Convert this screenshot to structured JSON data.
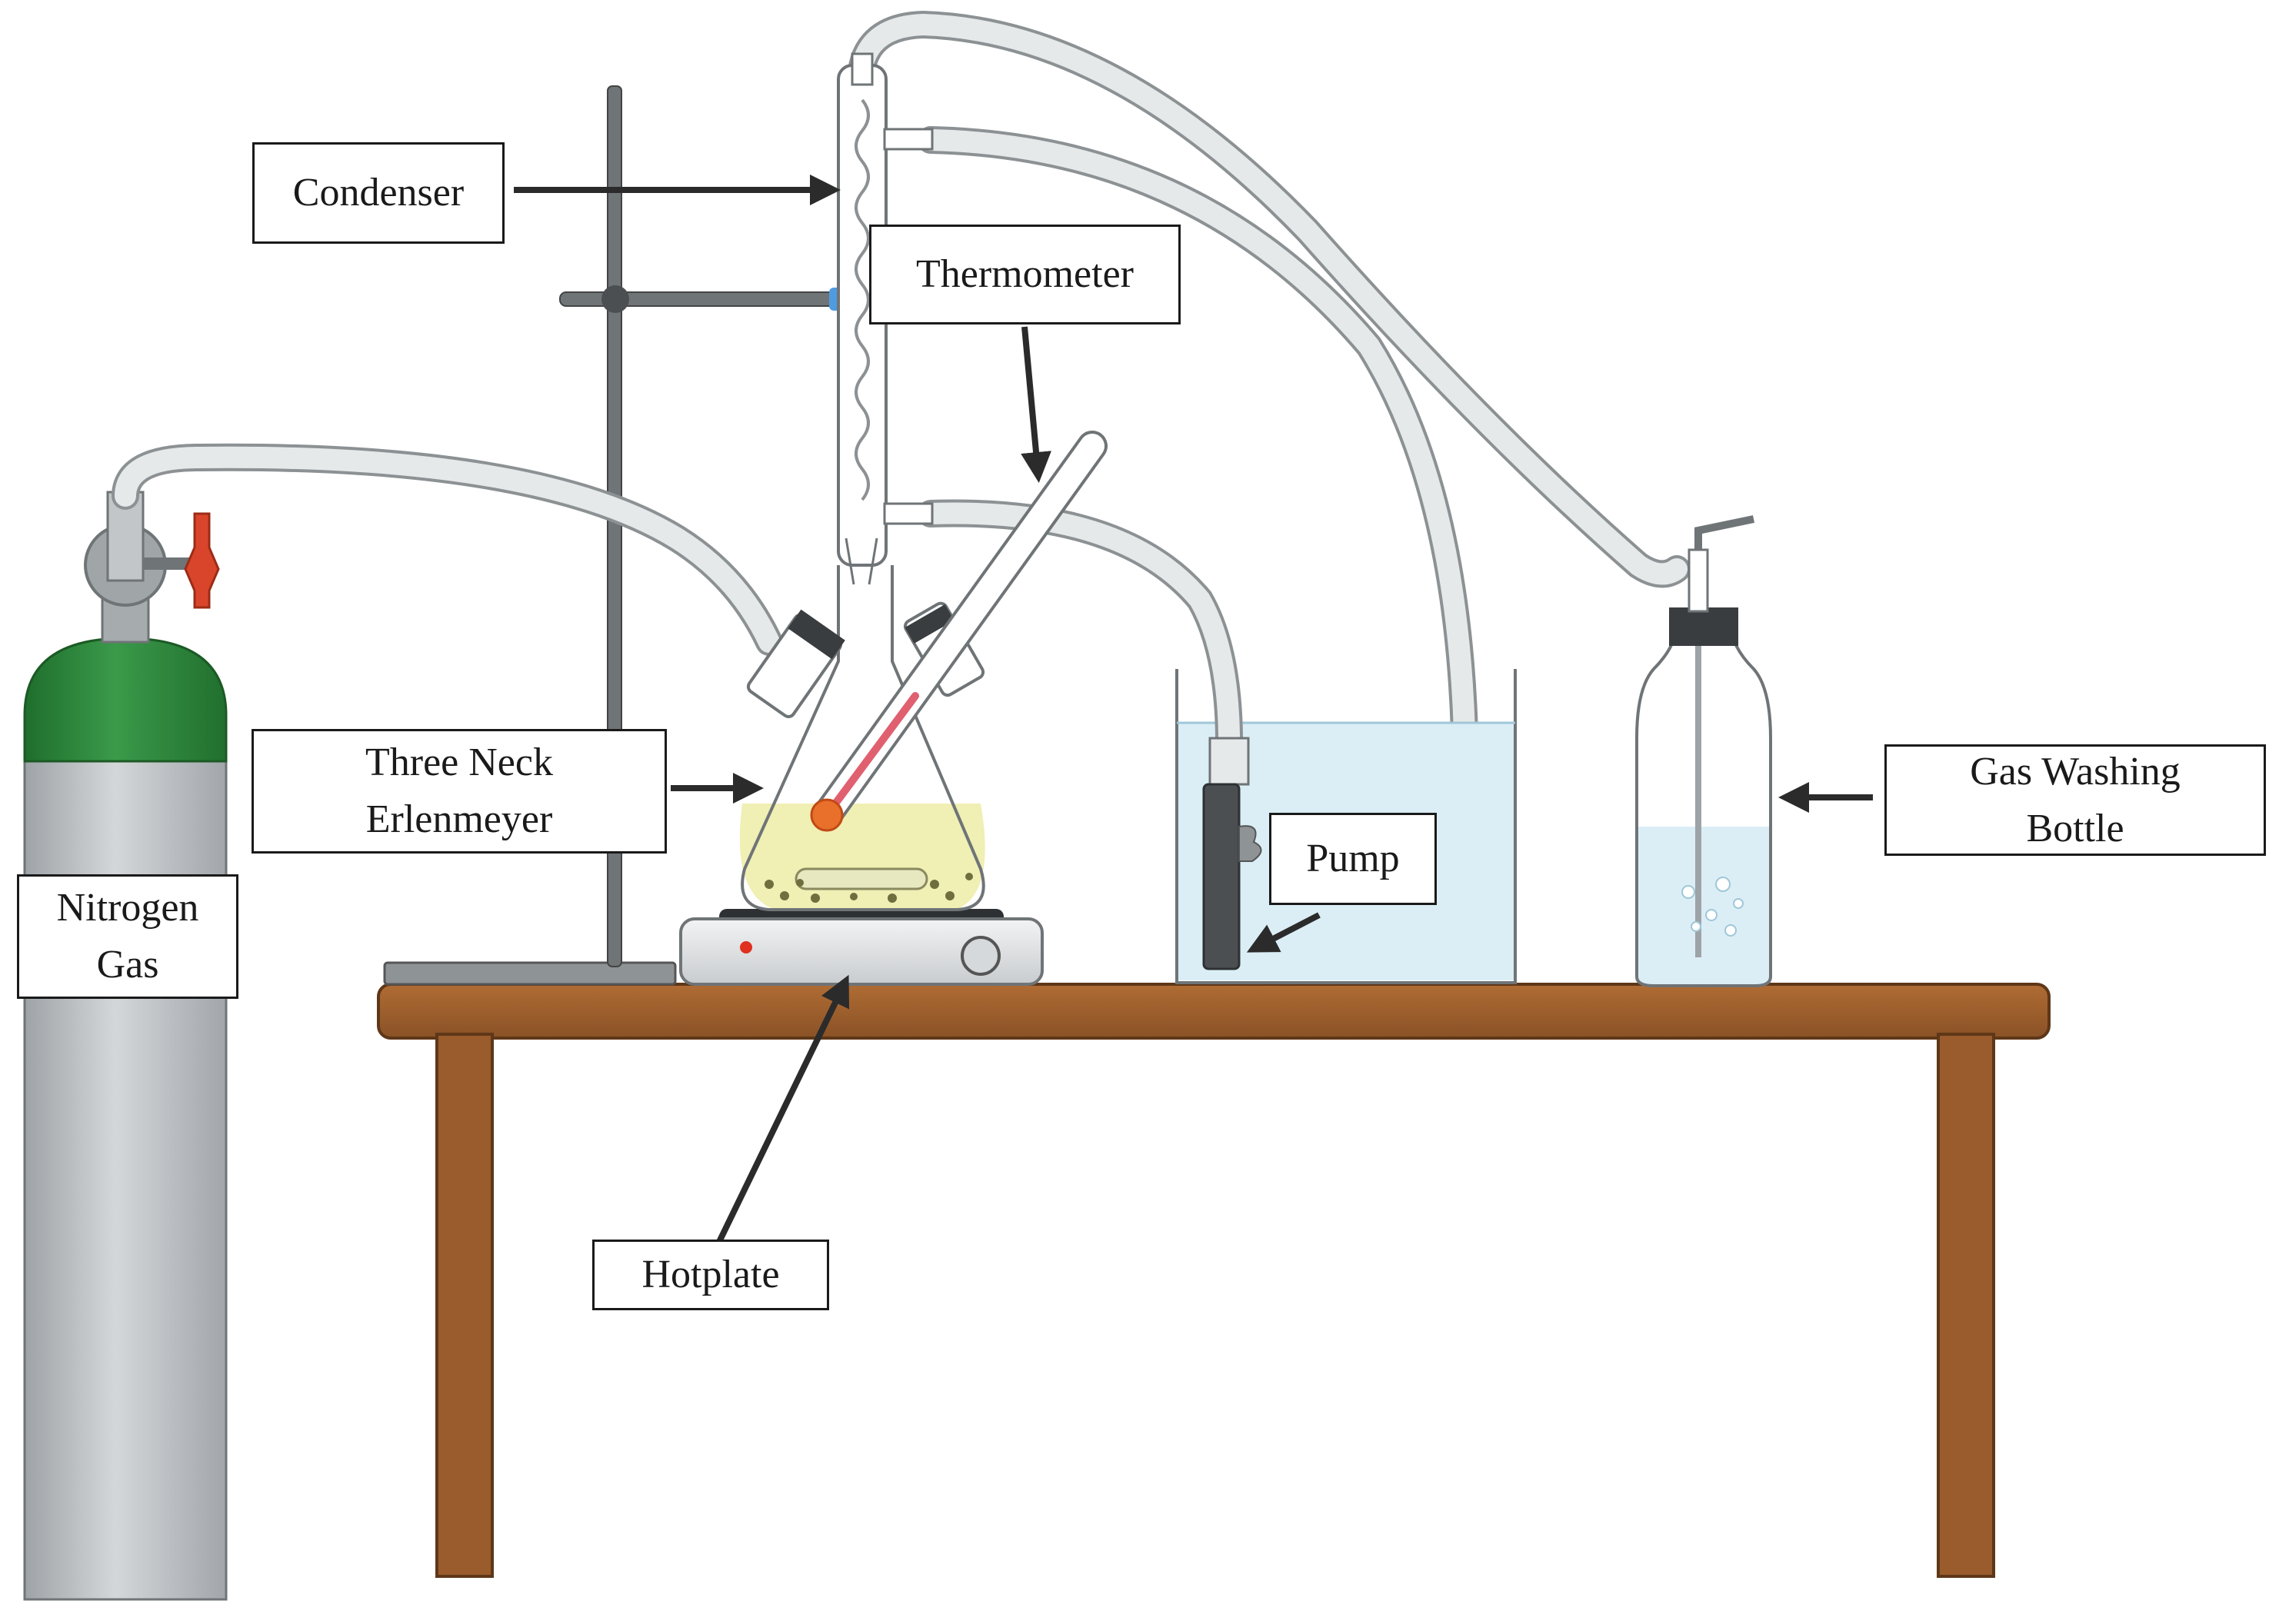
{
  "labels": {
    "condenser": "Condenser",
    "thermometer": "Thermometer",
    "flask_line1": "Three Neck",
    "flask_line2": "Erlenmeyer",
    "nitrogen_line1": "Nitrogen",
    "nitrogen_line2": "Gas",
    "pump": "Pump",
    "washing_line1": "Gas Washing",
    "washing_line2": "Bottle",
    "hotplate": "Hotplate"
  },
  "colors": {
    "cylinder_green": "#2e8b3e",
    "cylinder_grey": "#b8bcbf",
    "table_wood": "#9a5c2c",
    "water_blue": "#dbeef6",
    "flask_liquid": "#f0efb4",
    "valve_red": "#d9452b",
    "clamp_blue": "#4f9be0",
    "tubing": "#e6e9ea"
  },
  "icons": [
    "nitrogen-cylinder",
    "ring-stand",
    "condenser",
    "three-neck-flask",
    "thermometer",
    "hotplate",
    "water-bath",
    "pump",
    "gas-washing-bottle",
    "lab-table",
    "tubing",
    "arrow"
  ]
}
